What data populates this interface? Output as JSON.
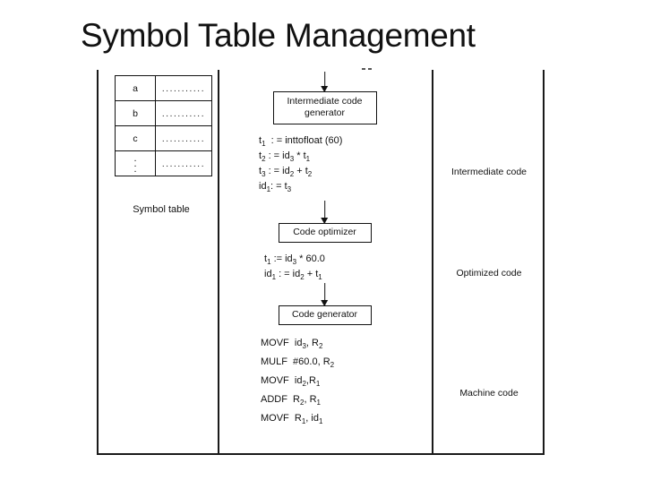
{
  "slide": {
    "title": "Symbol Table Management"
  },
  "symbol_table": {
    "caption": "Symbol table",
    "dots": "...........",
    "vertical_dots": ".",
    "rows": [
      {
        "name": "a",
        "value": "..........."
      },
      {
        "name": "b",
        "value": "..........."
      },
      {
        "name": "c",
        "value": "..........."
      },
      {
        "name": ".",
        "value": "..........."
      }
    ]
  },
  "pipeline": {
    "boxes": {
      "intermediate_code_generator": "Intermediate code generator",
      "intermediate_code_generator_line1": "Intermediate code",
      "intermediate_code_generator_line2": "generator",
      "code_optimizer": "Code optimizer",
      "code_generator": "Code generator"
    },
    "intermediate_code": [
      "t1  : = inttofloat (60)",
      "t2 : = id3 * t1",
      "t3 : = id2 + t2",
      "id1: = t3"
    ],
    "optimized_code": [
      "t1 := id3 * 60.0",
      "id1 : = id2 + t1"
    ],
    "machine_code": [
      "MOVF  id3, R2",
      "MULF  #60.0, R2",
      "MOVF  id2,R1",
      "ADDF  R2, R1",
      "MOVF  R1, id1"
    ]
  },
  "stage_labels": {
    "intermediate_code": "Intermediate code",
    "optimized_code": "Optimized code",
    "machine_code": "Machine code"
  }
}
